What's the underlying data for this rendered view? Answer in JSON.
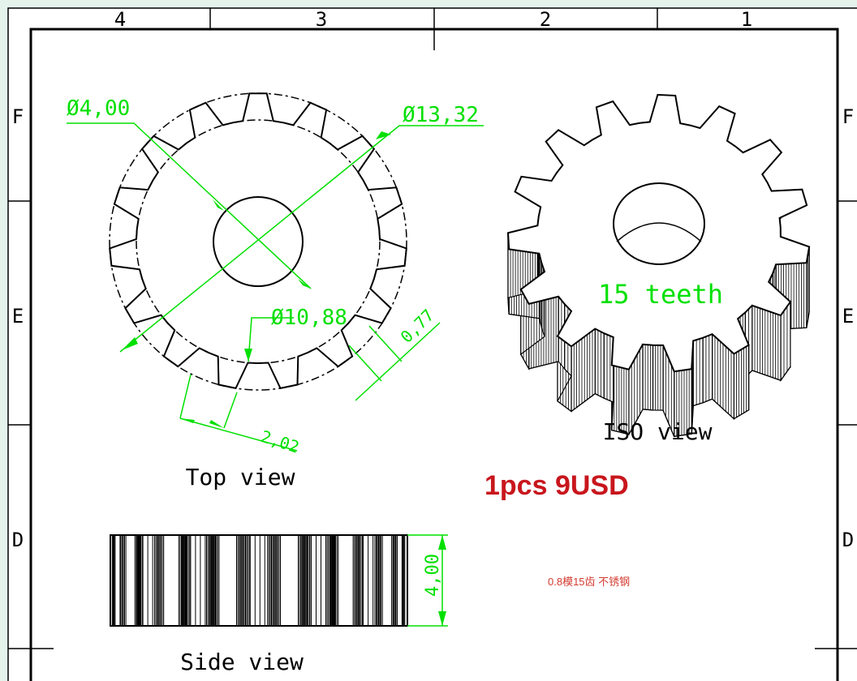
{
  "frame": {
    "columns": [
      "4",
      "3",
      "2",
      "1"
    ],
    "rows": [
      "F",
      "E",
      "D"
    ]
  },
  "top_view": {
    "label": "Top view",
    "dims": {
      "bore": "Ø4,00",
      "outer": "Ø13,32",
      "pitch": "Ø10,88",
      "tooth_height": "0,77",
      "pitch_arc": "2,02"
    }
  },
  "iso_view": {
    "label": "ISO view",
    "teeth_text": "15 teeth"
  },
  "side_view": {
    "label": "Side view",
    "width_dim": "4,00"
  },
  "gear": {
    "teeth": 15
  },
  "price": "1pcs 9USD",
  "spec": "0.8模15齿 不锈钢",
  "colors": {
    "line": "#000000",
    "dimension": "#00e000",
    "price": "#c8161d",
    "spec": "#d43a2f",
    "background": "#e4f3ec",
    "paper": "#ffffff"
  }
}
